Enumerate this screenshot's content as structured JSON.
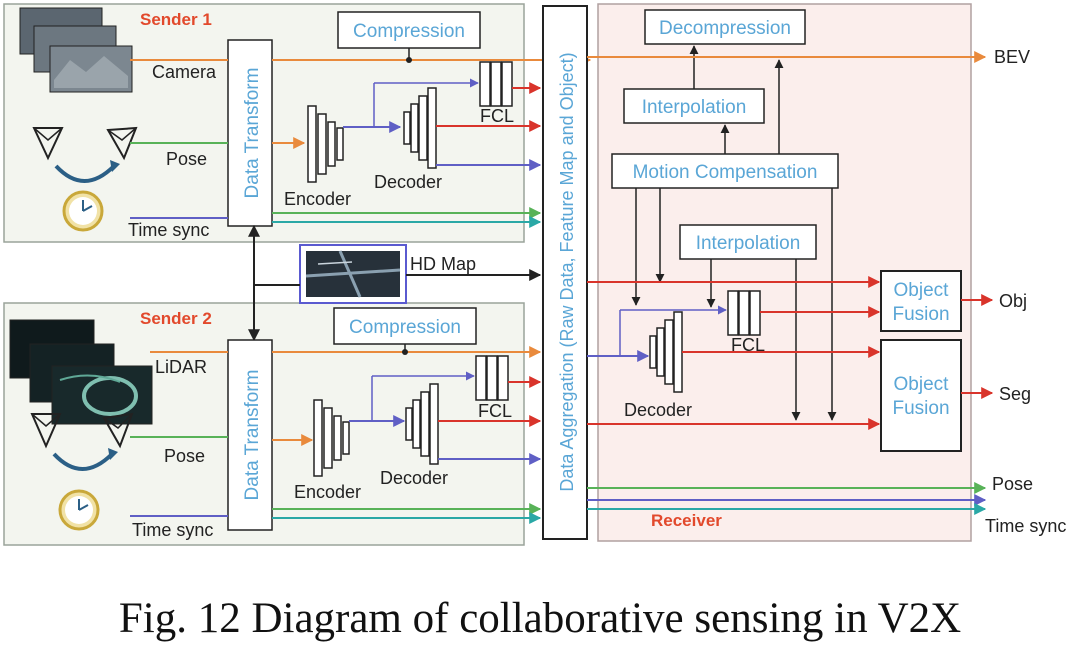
{
  "colors": {
    "panel_bg": "#f3f5ef",
    "receiver_bg": "#fbeeec",
    "orange": "#e98a3c",
    "red": "#d9342b",
    "green": "#58b258",
    "blue": "#5f5fc5",
    "purple": "#6e58c9",
    "teal": "#2aa8a6",
    "box_text": "#5aa6d6",
    "title_red": "#e2492c",
    "black": "#222222"
  },
  "sender1": {
    "title": "Sender 1",
    "inputs": [
      "Camera",
      "Pose",
      "Time sync"
    ],
    "transform": "Data Transform",
    "compression": "Compression",
    "encoder": "Encoder",
    "decoder": "Decoder",
    "fcl": "FCL",
    "icons": [
      "camera-frames-icon",
      "pose-frames-icon",
      "clock-icon"
    ]
  },
  "sender2": {
    "title": "Sender 2",
    "inputs": [
      "LiDAR",
      "Pose",
      "Time sync"
    ],
    "transform": "Data Transform",
    "compression": "Compression",
    "encoder": "Encoder",
    "decoder": "Decoder",
    "fcl": "FCL",
    "icons": [
      "lidar-frames-icon",
      "pose-frames-icon",
      "clock-icon"
    ]
  },
  "hd_map": {
    "label": "HD Map",
    "icon": "hd-map-thumbnail"
  },
  "aggregation": "Data Aggregation (Raw Data, Feature Map and Object)",
  "receiver": {
    "title": "Receiver",
    "decompression": "Decompression",
    "interpolation_top": "Interpolation",
    "motion_compensation": "Motion Compensation",
    "interpolation_mid": "Interpolation",
    "decoder": "Decoder",
    "fcl": "FCL",
    "fusion1": [
      "Object",
      "Fusion"
    ],
    "fusion2": [
      "Object",
      "Fusion"
    ]
  },
  "outputs": [
    "BEV",
    "Obj",
    "Seg",
    "Pose",
    "Time sync"
  ],
  "caption": "Fig. 12 Diagram of collaborative sensing in V2X"
}
